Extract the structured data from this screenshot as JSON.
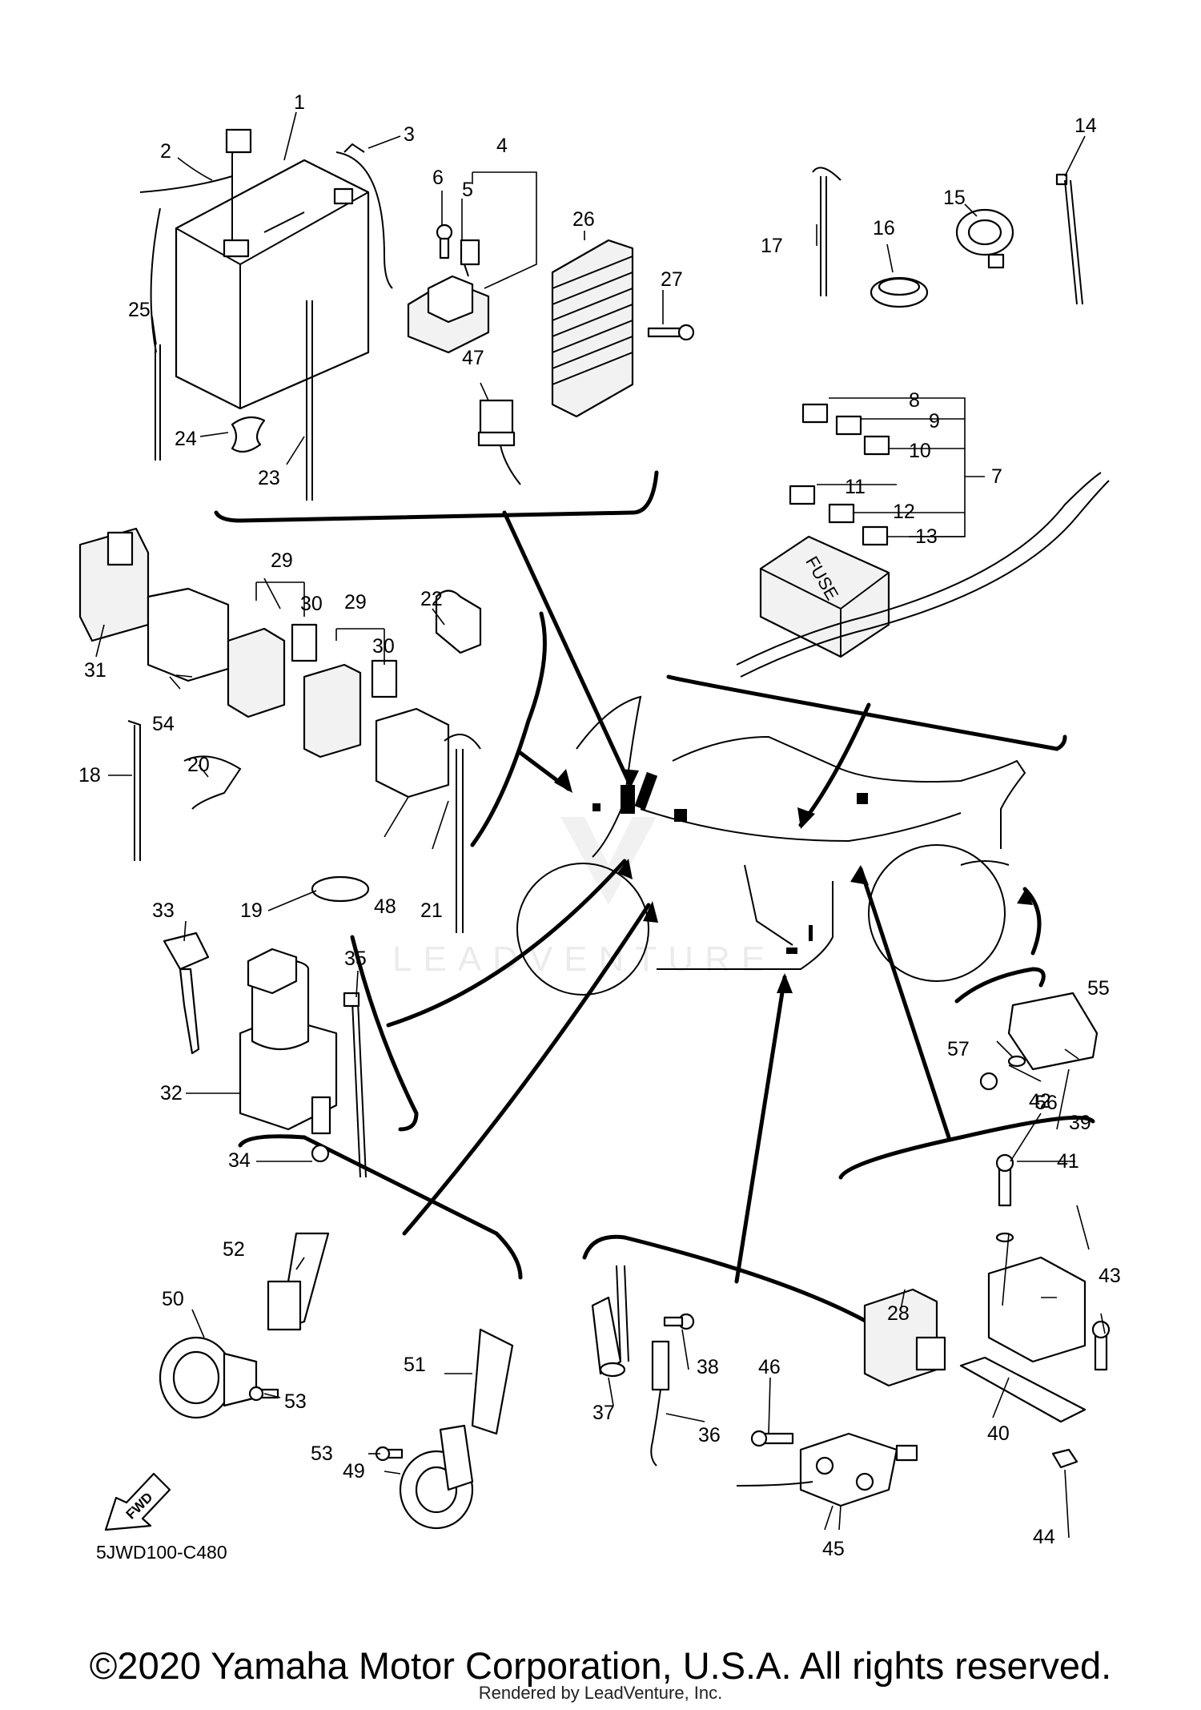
{
  "diagram_code": "5JWD100-C480",
  "copyright": "©2020 Yamaha Motor Corporation, U.S.A. All rights reserved.",
  "rendered_by": "Rendered by LeadVenture, Inc.",
  "watermark": "LEADVENTURE",
  "fwd_label": "FWD",
  "fuse_label": "FUSE",
  "callouts": {
    "c1": "1",
    "c2": "2",
    "c3": "3",
    "c4": "4",
    "c5": "5",
    "c6": "6",
    "c7": "7",
    "c8": "8",
    "c9": "9",
    "c10": "10",
    "c11": "11",
    "c12": "12",
    "c13": "13",
    "c14": "14",
    "c15": "15",
    "c16": "16",
    "c17": "17",
    "c18": "18",
    "c19": "19",
    "c20": "20",
    "c21": "21",
    "c22": "22",
    "c23": "23",
    "c24": "24",
    "c25": "25",
    "c26": "26",
    "c27": "27",
    "c28": "28",
    "c29a": "29",
    "c29b": "29",
    "c30a": "30",
    "c30b": "30",
    "c31": "31",
    "c32": "32",
    "c33": "33",
    "c34": "34",
    "c35": "35",
    "c36": "36",
    "c37": "37",
    "c38": "38",
    "c39": "39",
    "c40": "40",
    "c41": "41",
    "c42": "42",
    "c43": "43",
    "c44": "44",
    "c45": "45",
    "c46": "46",
    "c47": "47",
    "c48": "48",
    "c49": "49",
    "c50": "50",
    "c51": "51",
    "c52": "52",
    "c53a": "53",
    "c53b": "53",
    "c54": "54",
    "c55": "55",
    "c56": "56",
    "c57": "57"
  }
}
